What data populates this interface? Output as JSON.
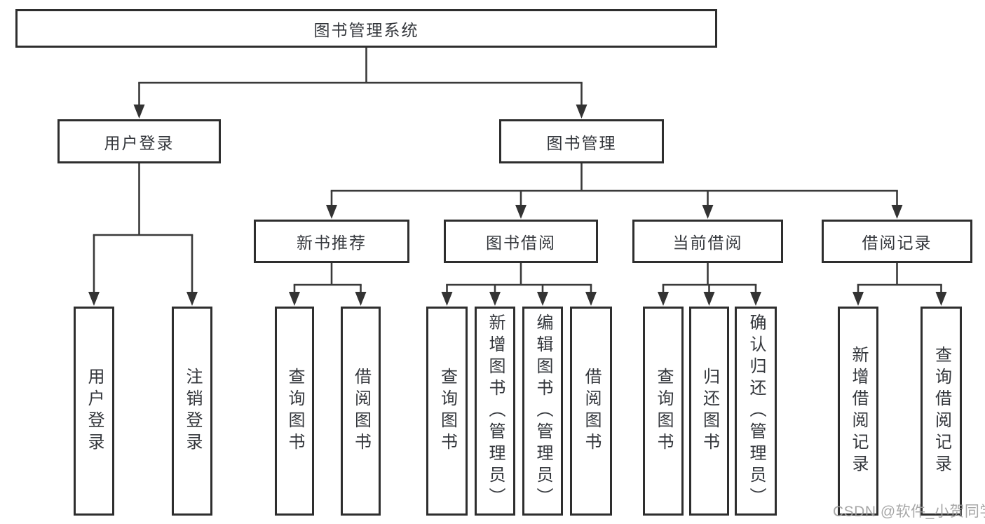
{
  "nodes": {
    "root": {
      "label": "图书管理系统"
    },
    "user-login": {
      "label": "用户登录"
    },
    "book-mgmt": {
      "label": "图书管理"
    },
    "new-book-rec": {
      "label": "新书推荐"
    },
    "book-borrow": {
      "label": "图书借阅"
    },
    "current-borrow": {
      "label": "当前借阅"
    },
    "borrow-records": {
      "label": "借阅记录"
    },
    "leaf-user-login": {
      "label": "用户登录"
    },
    "leaf-logout": {
      "label": "注销登录"
    },
    "leaf-nbr-query": {
      "label": "查询图书"
    },
    "leaf-nbr-borrow": {
      "label": "借阅图书"
    },
    "leaf-bb-query": {
      "label": "查询图书"
    },
    "leaf-bb-add": {
      "label": "新增图书（管理员）"
    },
    "leaf-bb-edit": {
      "label": "编辑图书（管理员）"
    },
    "leaf-bb-borrow": {
      "label": "借阅图书"
    },
    "leaf-cb-query": {
      "label": "查询图书"
    },
    "leaf-cb-return": {
      "label": "归还图书"
    },
    "leaf-cb-confirm": {
      "label": "确认归还（管理员）"
    },
    "leaf-br-add": {
      "label": "新增借阅记录"
    },
    "leaf-br-query": {
      "label": "查询借阅记录"
    }
  },
  "edges": [
    {
      "parent": "root",
      "children": [
        "user-login",
        "book-mgmt"
      ]
    },
    {
      "parent": "user-login",
      "children": [
        "leaf-user-login",
        "leaf-logout"
      ]
    },
    {
      "parent": "book-mgmt",
      "children": [
        "new-book-rec",
        "book-borrow",
        "current-borrow",
        "borrow-records"
      ]
    },
    {
      "parent": "new-book-rec",
      "children": [
        "leaf-nbr-query",
        "leaf-nbr-borrow"
      ]
    },
    {
      "parent": "book-borrow",
      "children": [
        "leaf-bb-query",
        "leaf-bb-add",
        "leaf-bb-edit",
        "leaf-bb-borrow"
      ]
    },
    {
      "parent": "current-borrow",
      "children": [
        "leaf-cb-query",
        "leaf-cb-return",
        "leaf-cb-confirm"
      ]
    },
    {
      "parent": "borrow-records",
      "children": [
        "leaf-br-add",
        "leaf-br-query"
      ]
    }
  ],
  "watermark": "CSDN @软件_小贺同学",
  "colors": {
    "box_border": "#2e2e2e",
    "line": "#3a3a3a",
    "arrow": "#333333",
    "text": "#34373c",
    "watermark": "#9e9e9e",
    "background": "#ffffff"
  }
}
